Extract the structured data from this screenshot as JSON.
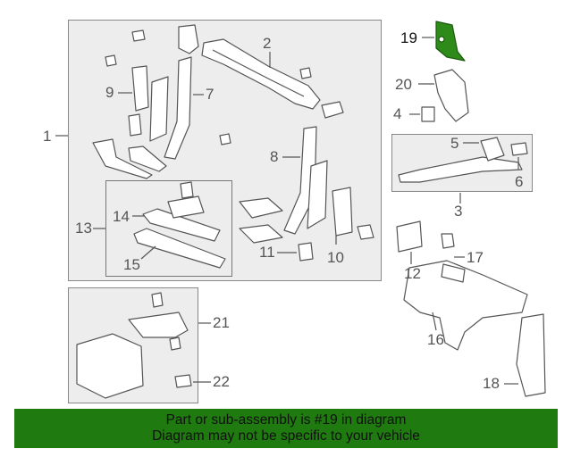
{
  "colors": {
    "panel_fill": "#ededed",
    "panel_border": "#888888",
    "part_stroke": "#555555",
    "highlight_part": "#2e8b1a",
    "banner_bg": "#1f7a10",
    "banner_text": "#111111"
  },
  "callouts": {
    "c1": "1",
    "c2": "2",
    "c3": "3",
    "c4": "4",
    "c5": "5",
    "c6": "6",
    "c7": "7",
    "c8": "8",
    "c9": "9",
    "c10": "10",
    "c11": "11",
    "c12": "12",
    "c13": "13",
    "c14": "14",
    "c15": "15",
    "c16": "16",
    "c17": "17",
    "c18": "18",
    "c19": "19",
    "c20": "20",
    "c21": "21",
    "c22": "22"
  },
  "banner": {
    "line1": "Part or sub-assembly is #19 in diagram",
    "line2": "Diagram may not be specific to your vehicle"
  }
}
